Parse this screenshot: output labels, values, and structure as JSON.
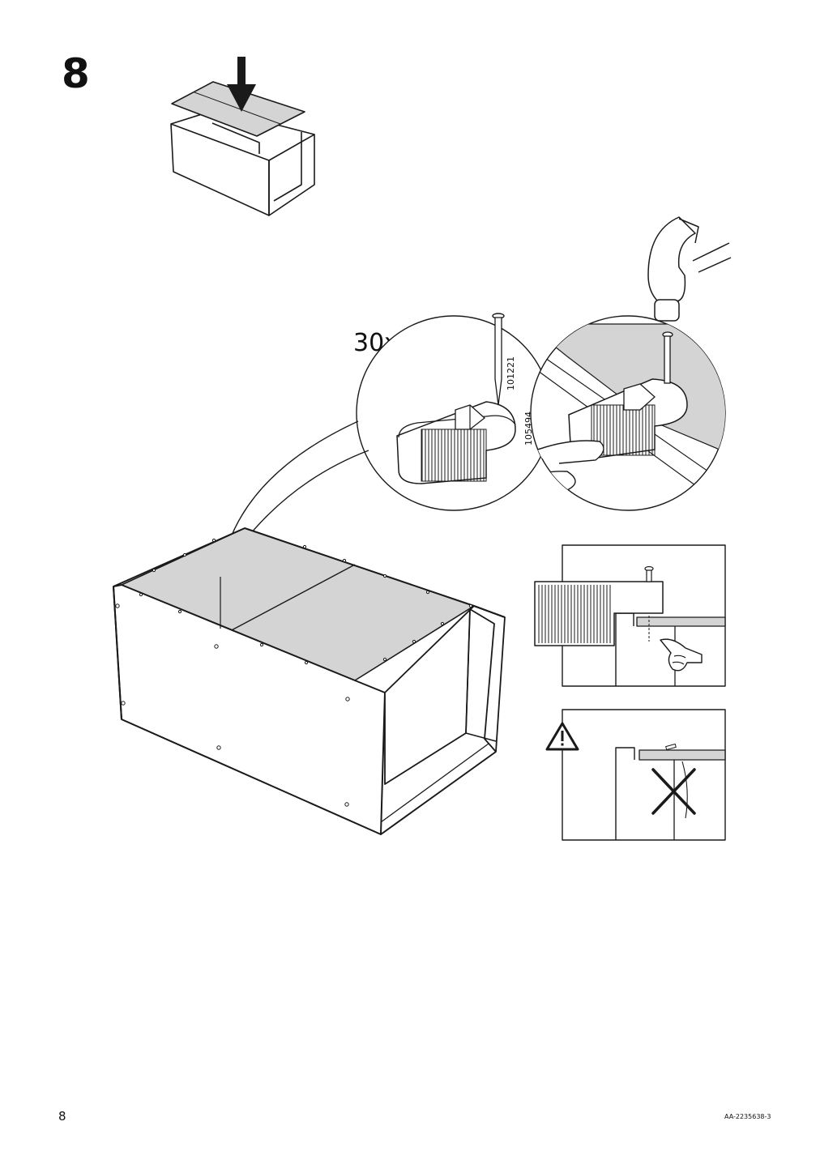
{
  "step": {
    "number": "8"
  },
  "fasteners": {
    "quantity": "30x",
    "part_number_nail": "101221",
    "part_number_bracket": "105494"
  },
  "footer": {
    "page_number": "8",
    "document_code": "AA-2235638-3"
  },
  "icons": {
    "direction": "down-arrow-icon",
    "tool": "hammer-icon",
    "warning": "warning-triangle-icon",
    "incorrect": "cross-mark-icon"
  },
  "colors": {
    "line": "#1a1a1a",
    "panel_fill": "#d4d4d4",
    "background": "#ffffff"
  }
}
